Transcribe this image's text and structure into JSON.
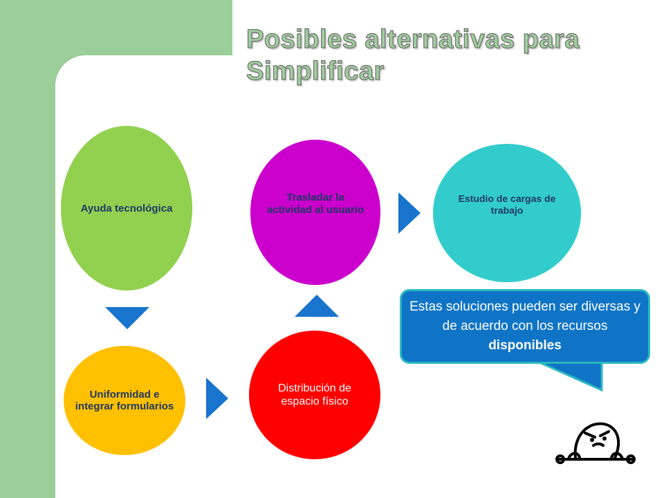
{
  "title": "Posibles alternativas para Simplificar",
  "nodes": {
    "ayuda": "Ayuda tecnológica",
    "uniformidad": "Uniformidad e integrar formularios",
    "distribucion": "Distribución de espacio físico",
    "trasladar": "Trasladar la actividad al usuario",
    "estudio": "Estudio de cargas de trabajo"
  },
  "callout": {
    "text": "Estas soluciones pueden ser diversas y de acuerdo con los recursos ",
    "bold": "disponibles"
  },
  "colors": {
    "ayuda": "#92d050",
    "uniformidad": "#ffc000",
    "distribucion": "#ff0000",
    "trasladar": "#cc00cc",
    "estudio": "#33cccc",
    "arrows": "#1874cd",
    "callout": "#0f74c6"
  },
  "icons": [
    "arrow-down-icon",
    "arrow-right-icon",
    "arrow-up-icon",
    "arrow-right-icon",
    "peeking-face-icon"
  ]
}
